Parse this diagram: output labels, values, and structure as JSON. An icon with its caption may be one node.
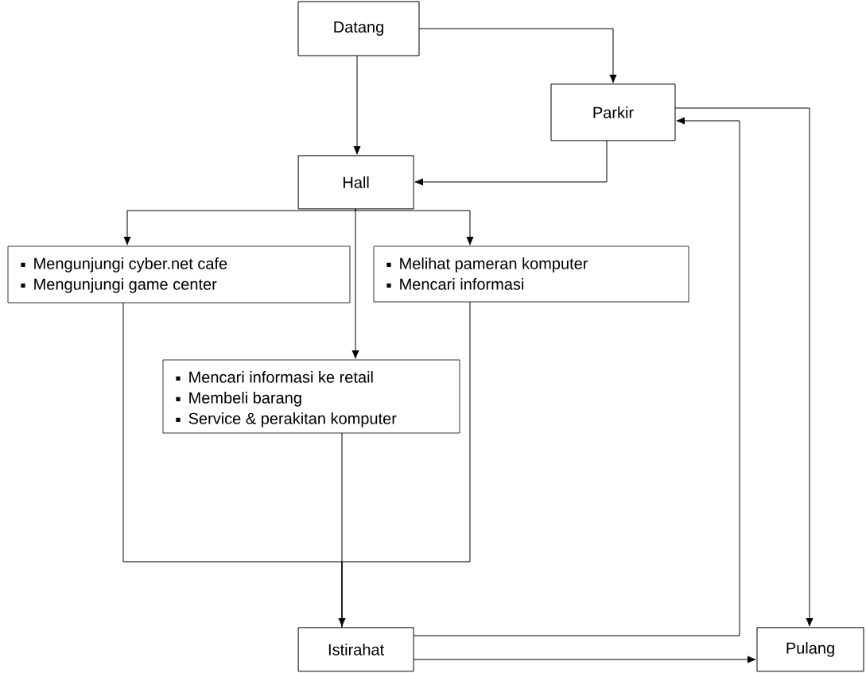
{
  "diagram": {
    "nodes": [
      {
        "text": [
          "Datang"
        ]
      },
      {
        "text": [
          "Parkir"
        ]
      },
      {
        "text": [
          "Hall"
        ]
      },
      {
        "text": [
          "Mengunjungi cyber.net cafe",
          "Mengunjungi game center"
        ]
      },
      {
        "text": [
          "Melihat pameran komputer",
          "Mencari informasi"
        ]
      },
      {
        "text": [
          "Mencari informasi ke retail",
          "Membeli barang",
          "Service & perakitan komputer"
        ]
      },
      {
        "text": [
          "Istirahat"
        ]
      },
      {
        "text": [
          "Pulang"
        ]
      }
    ],
    "edges": [
      {
        "from": 0,
        "to": 1,
        "arrow": "to"
      },
      {
        "from": 0,
        "to": 2,
        "arrow": "to"
      },
      {
        "from": 1,
        "to": 2,
        "arrow": "to"
      },
      {
        "from": 1,
        "to": 7,
        "arrow": "to"
      },
      {
        "from": 2,
        "to": 3,
        "arrow": "to"
      },
      {
        "from": 2,
        "to": 4,
        "arrow": "to"
      },
      {
        "from": 2,
        "to": 5,
        "arrow": "to"
      },
      {
        "from": 3,
        "to": 6,
        "arrow": "none"
      },
      {
        "from": 4,
        "to": 6,
        "arrow": "none"
      },
      {
        "from": 5,
        "to": 6,
        "arrow": "to"
      },
      {
        "from": 6,
        "to": 1,
        "arrow": "to"
      },
      {
        "from": 6,
        "to": 7,
        "arrow": "to"
      }
    ]
  }
}
